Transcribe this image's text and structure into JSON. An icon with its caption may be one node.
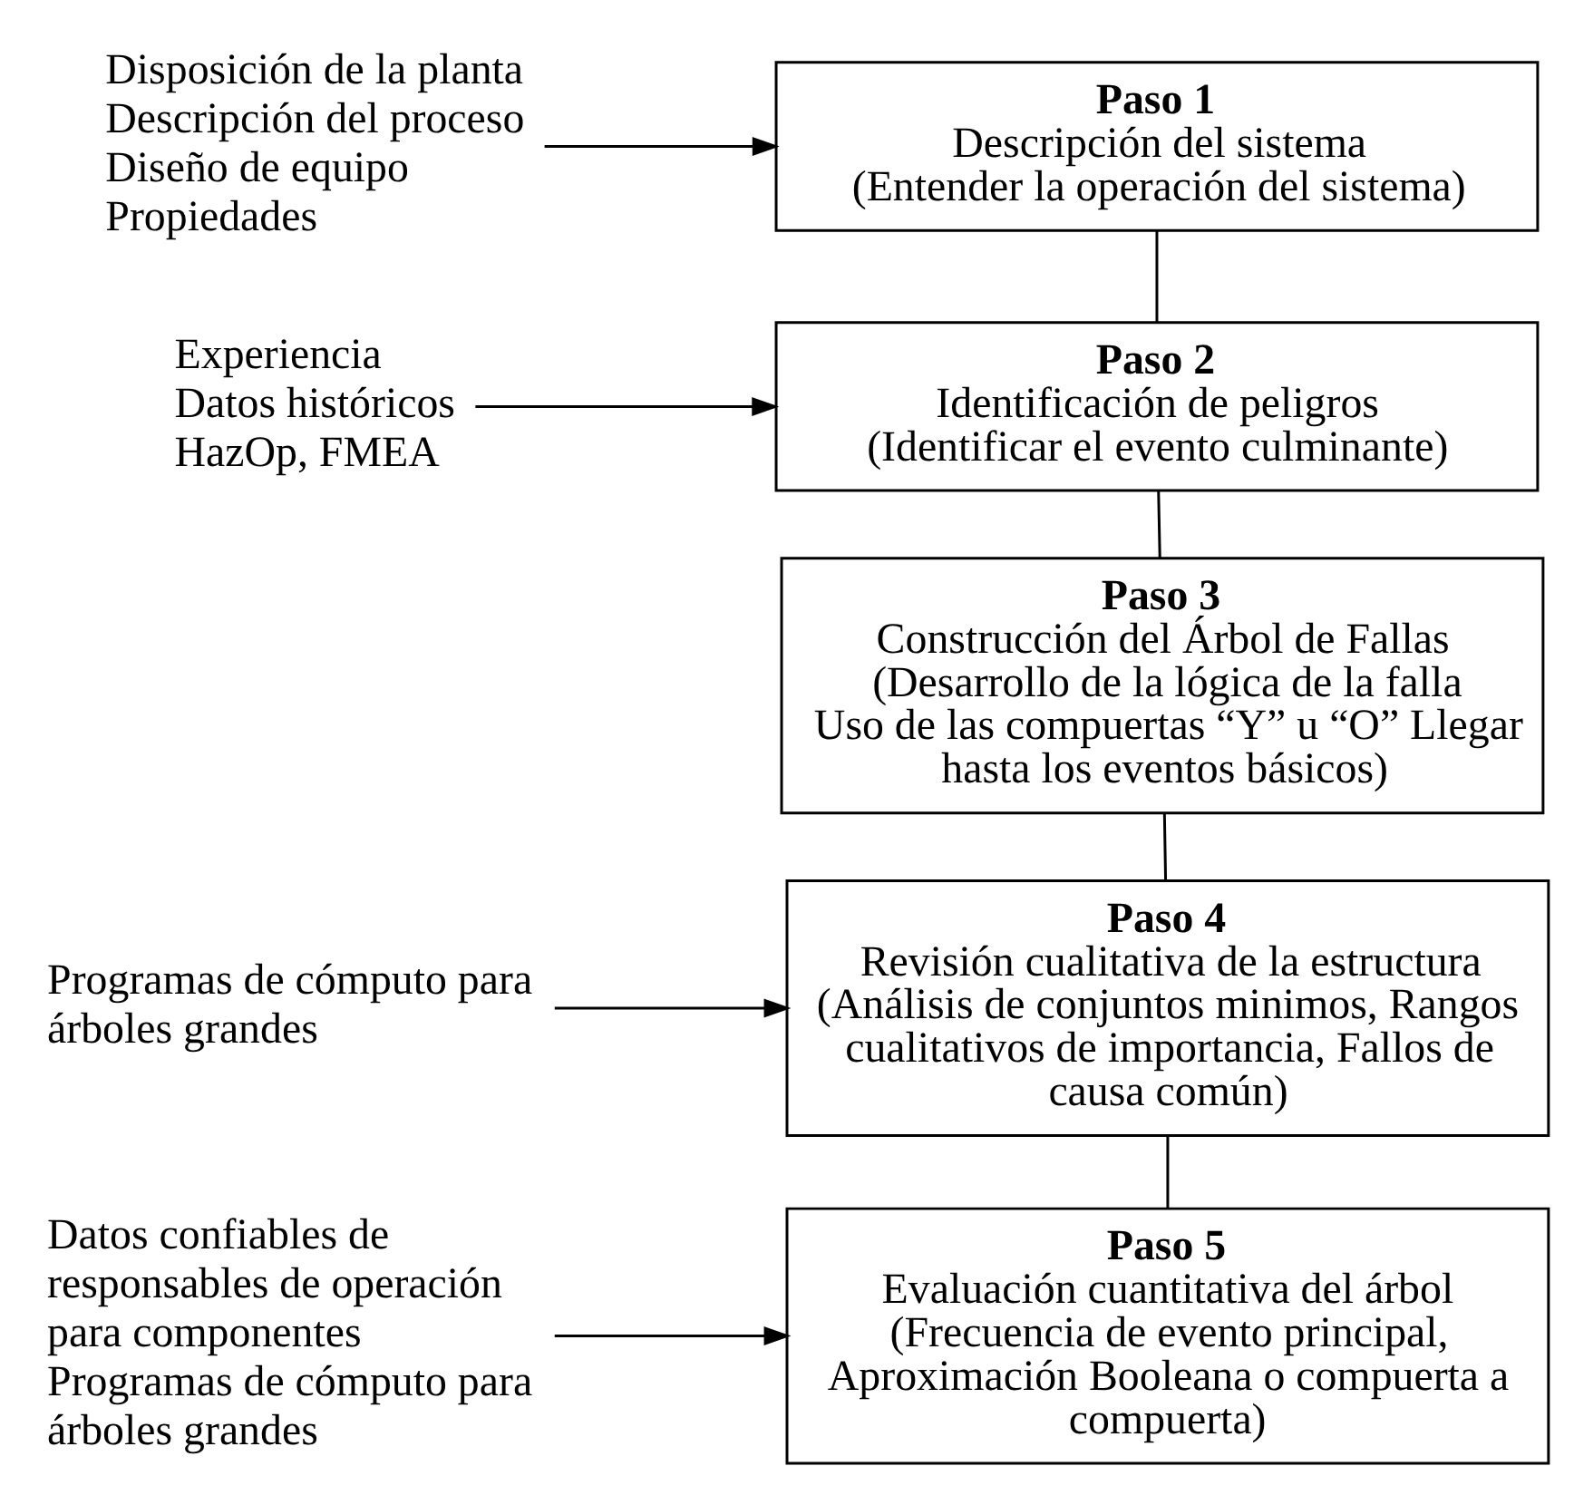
{
  "diagram": {
    "nodes": [
      {
        "text": [
          "Disposición de la planta",
          "Descripción del proceso",
          "Diseño de equipo",
          "Propiedades"
        ]
      },
      {
        "text": [
          "Paso 1",
          "Descripción del sistema",
          "(Entender la operación del sistema)"
        ]
      },
      {
        "text": [
          "Experiencia",
          "Datos históricos",
          "HazOp, FMEA"
        ]
      },
      {
        "text": [
          "Paso 2",
          "Identificación de peligros",
          "(Identificar el evento culminante)"
        ]
      },
      {
        "text": [
          "Paso 3",
          "Construcción del Árbol de Fallas",
          "(Desarrollo de la lógica de la falla Uso de las compuertas “Y” u “O” Llegar hasta los eventos básicos)"
        ]
      },
      {
        "text": [
          "Programas de cómputo para árboles grandes"
        ]
      },
      {
        "text": [
          "Paso 4",
          "Revisión cualitativa de la estructura",
          "(Análisis de conjuntos minimos, Rangos cualitativos de importancia, Fallos de causa común)"
        ]
      },
      {
        "text": [
          "Datos confiables de responsables de operación para componentes",
          "Programas de cómputo para árboles grandes"
        ]
      },
      {
        "text": [
          "Paso 5",
          "Evaluación cuantitativa del árbol",
          "(Frecuencia de evento principal, Aproximación Booleana o compuerta a compuerta)"
        ]
      }
    ],
    "edges": [
      {
        "from": 0,
        "to": 1,
        "arrow": "to"
      },
      {
        "from": 2,
        "to": 3,
        "arrow": "to"
      },
      {
        "from": 5,
        "to": 6,
        "arrow": "to"
      },
      {
        "from": 7,
        "to": 8,
        "arrow": "to"
      },
      {
        "from": 1,
        "to": 3,
        "arrow": "none"
      },
      {
        "from": 3,
        "to": 4,
        "arrow": "none"
      },
      {
        "from": 4,
        "to": 6,
        "arrow": "none"
      },
      {
        "from": 6,
        "to": 8,
        "arrow": "none"
      }
    ]
  }
}
